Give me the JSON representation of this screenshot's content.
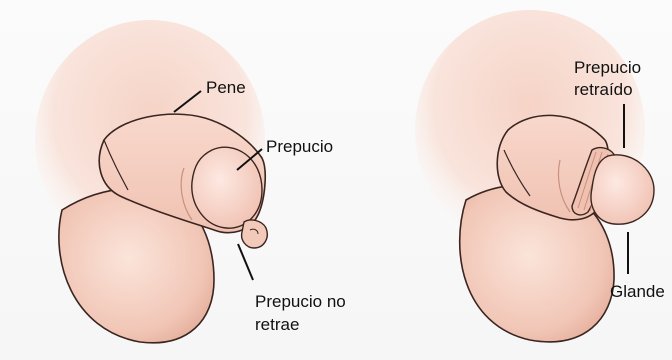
{
  "labels": {
    "pene": "Pene",
    "prepucio": "Prepucio",
    "prepucio_no_retrae_line1": "Prepucio no",
    "prepucio_no_retrae_line2": "retrae",
    "prepucio_retraido_line1": "Prepucio",
    "prepucio_retraido_line2": "retraído",
    "glande": "Glande"
  },
  "colors": {
    "skin_light": "#fbe3da",
    "skin_mid": "#f2c8b9",
    "skin_shadow": "#e2a896",
    "outline": "#2a1a18",
    "leader_line": "#111111"
  }
}
